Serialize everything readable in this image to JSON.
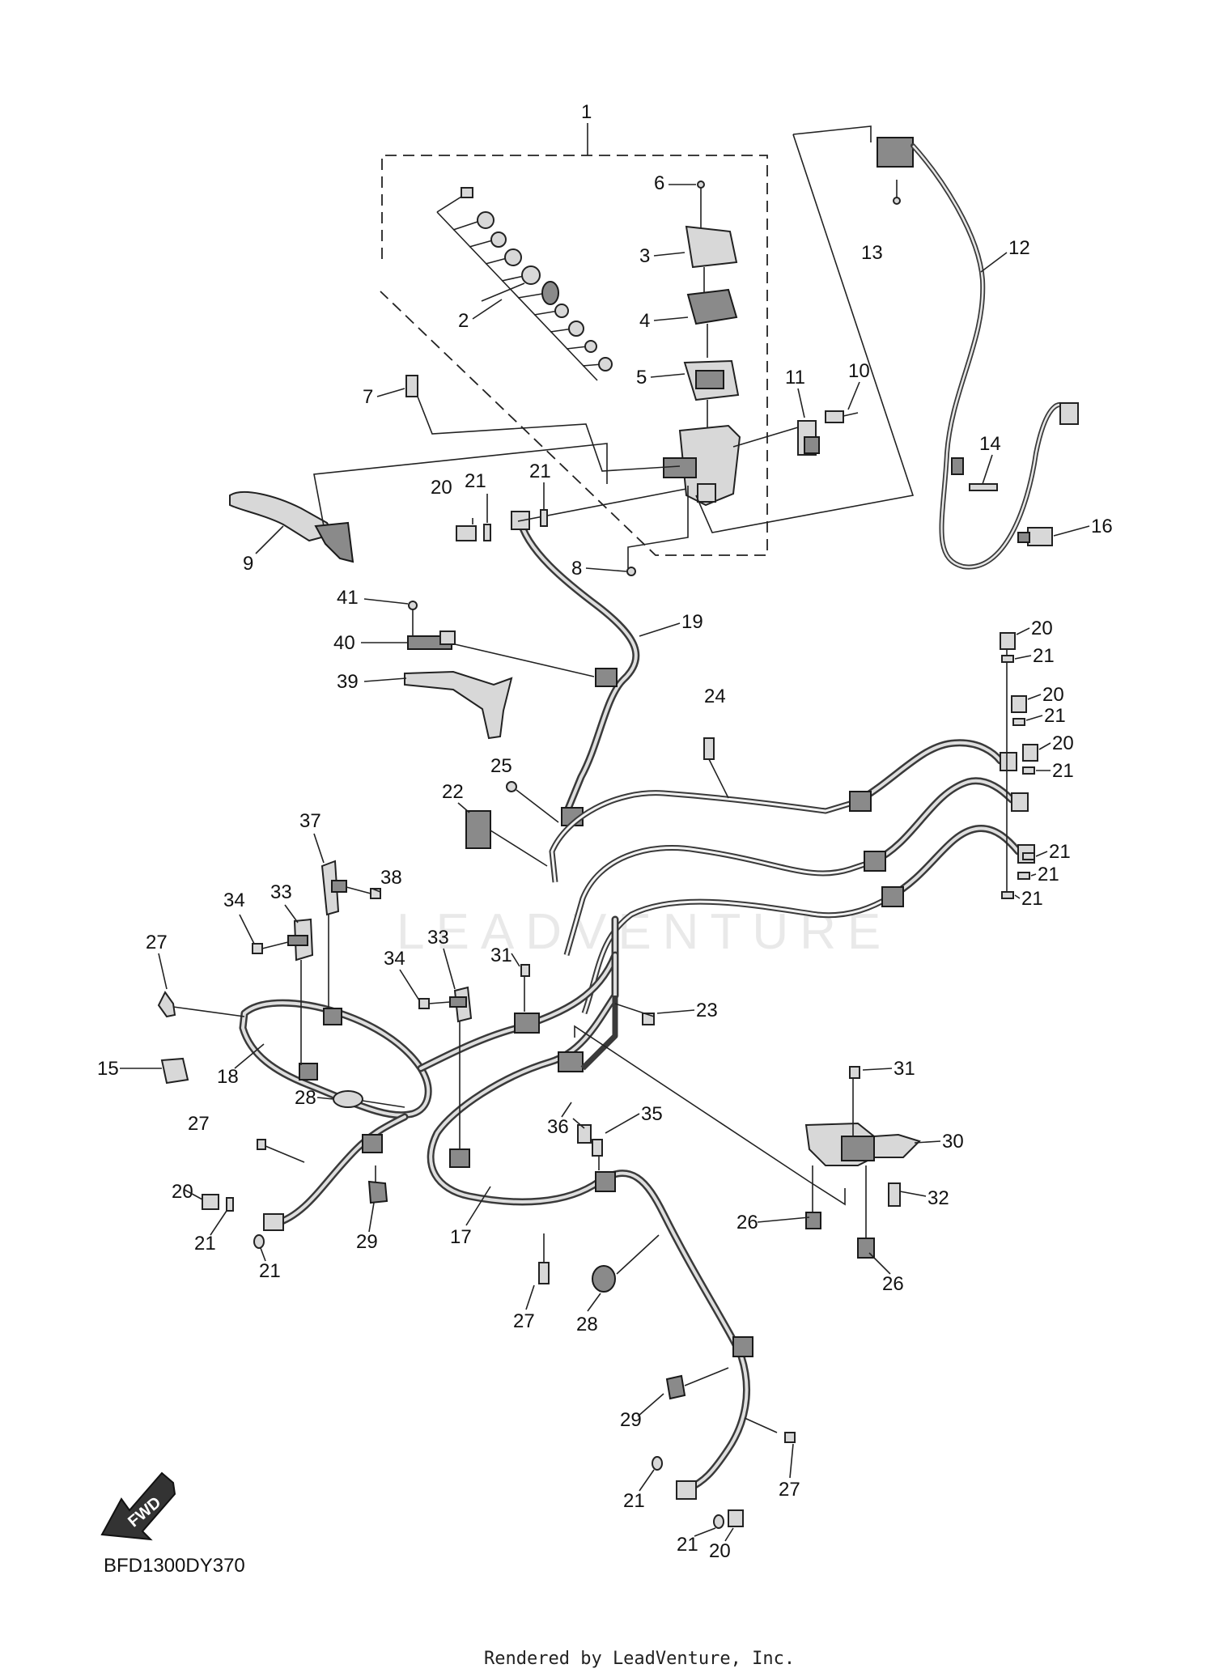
{
  "diagram": {
    "callouts": [
      {
        "id": "c1",
        "label": "1"
      },
      {
        "id": "c2",
        "label": "2"
      },
      {
        "id": "c3",
        "label": "3"
      },
      {
        "id": "c4",
        "label": "4"
      },
      {
        "id": "c5",
        "label": "5"
      },
      {
        "id": "c6",
        "label": "6"
      },
      {
        "id": "c7",
        "label": "7"
      },
      {
        "id": "c8",
        "label": "8"
      },
      {
        "id": "c9",
        "label": "9"
      },
      {
        "id": "c10",
        "label": "10"
      },
      {
        "id": "c11",
        "label": "11"
      },
      {
        "id": "c12",
        "label": "12"
      },
      {
        "id": "c13",
        "label": "13"
      },
      {
        "id": "c14",
        "label": "14"
      },
      {
        "id": "c15",
        "label": "15"
      },
      {
        "id": "c16",
        "label": "16"
      },
      {
        "id": "c17",
        "label": "17"
      },
      {
        "id": "c18",
        "label": "18"
      },
      {
        "id": "c19",
        "label": "19"
      },
      {
        "id": "c20a",
        "label": "20"
      },
      {
        "id": "c21a",
        "label": "21"
      },
      {
        "id": "c21b",
        "label": "21"
      },
      {
        "id": "c20b",
        "label": "20"
      },
      {
        "id": "c21c",
        "label": "21"
      },
      {
        "id": "c20c",
        "label": "20"
      },
      {
        "id": "c21d",
        "label": "21"
      },
      {
        "id": "c20d",
        "label": "20"
      },
      {
        "id": "c21e",
        "label": "21"
      },
      {
        "id": "c21f",
        "label": "21"
      },
      {
        "id": "c21g",
        "label": "21"
      },
      {
        "id": "c21h",
        "label": "21"
      },
      {
        "id": "c22",
        "label": "22"
      },
      {
        "id": "c23",
        "label": "23"
      },
      {
        "id": "c24",
        "label": "24"
      },
      {
        "id": "c25",
        "label": "25"
      },
      {
        "id": "c26a",
        "label": "26"
      },
      {
        "id": "c26b",
        "label": "26"
      },
      {
        "id": "c27a",
        "label": "27"
      },
      {
        "id": "c27b",
        "label": "27"
      },
      {
        "id": "c27c",
        "label": "27"
      },
      {
        "id": "c27d",
        "label": "27"
      },
      {
        "id": "c28a",
        "label": "28"
      },
      {
        "id": "c28b",
        "label": "28"
      },
      {
        "id": "c29a",
        "label": "29"
      },
      {
        "id": "c29b",
        "label": "29"
      },
      {
        "id": "c30",
        "label": "30"
      },
      {
        "id": "c31a",
        "label": "31"
      },
      {
        "id": "c31b",
        "label": "31"
      },
      {
        "id": "c32",
        "label": "32"
      },
      {
        "id": "c33a",
        "label": "33"
      },
      {
        "id": "c33b",
        "label": "33"
      },
      {
        "id": "c34a",
        "label": "34"
      },
      {
        "id": "c34b",
        "label": "34"
      },
      {
        "id": "c35",
        "label": "35"
      },
      {
        "id": "c36",
        "label": "36"
      },
      {
        "id": "c37",
        "label": "37"
      },
      {
        "id": "c38",
        "label": "38"
      },
      {
        "id": "c39",
        "label": "39"
      },
      {
        "id": "c40",
        "label": "40"
      },
      {
        "id": "c41",
        "label": "41"
      },
      {
        "id": "c20e",
        "label": "20"
      },
      {
        "id": "c21i",
        "label": "21"
      },
      {
        "id": "c21j",
        "label": "21"
      },
      {
        "id": "c21k",
        "label": "21"
      },
      {
        "id": "c21l",
        "label": "21"
      },
      {
        "id": "c20f",
        "label": "20"
      }
    ],
    "drawing_code": "BFD1300DY370",
    "fwd_label": "FWD",
    "watermark": "LEADVENTURE",
    "credit": "Rendered by LeadVenture, Inc."
  }
}
